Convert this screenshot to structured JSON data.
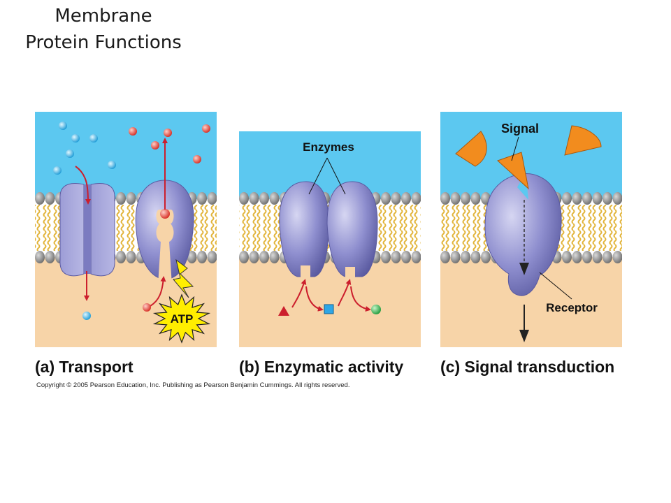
{
  "title_lines": [
    "Membrane",
    "Protein Functions"
  ],
  "panels": {
    "a": {
      "prefix": "(a)",
      "name": "Transport",
      "atp_label": "ATP"
    },
    "b": {
      "prefix": "(b)",
      "name": "Enzymatic activity",
      "callout": "Enzymes"
    },
    "c": {
      "prefix": "(c)",
      "name": "Signal transduction",
      "signal_label": "Signal",
      "receptor_label": "Receptor"
    }
  },
  "copyright": "Copyright © 2005 Pearson Education, Inc. Publishing as Pearson Benjamin Cummings. All rights reserved.",
  "colors": {
    "extracellular": "#5cc8f0",
    "cytoplasm": "#f7d4a8",
    "lipid_head": "#8a8a8a",
    "lipid_tail": "#e3b53c",
    "protein": "#8d8dcc",
    "signal": "#f28c1e",
    "atp": "#ffee00",
    "arrow": "#cc1f2d"
  }
}
